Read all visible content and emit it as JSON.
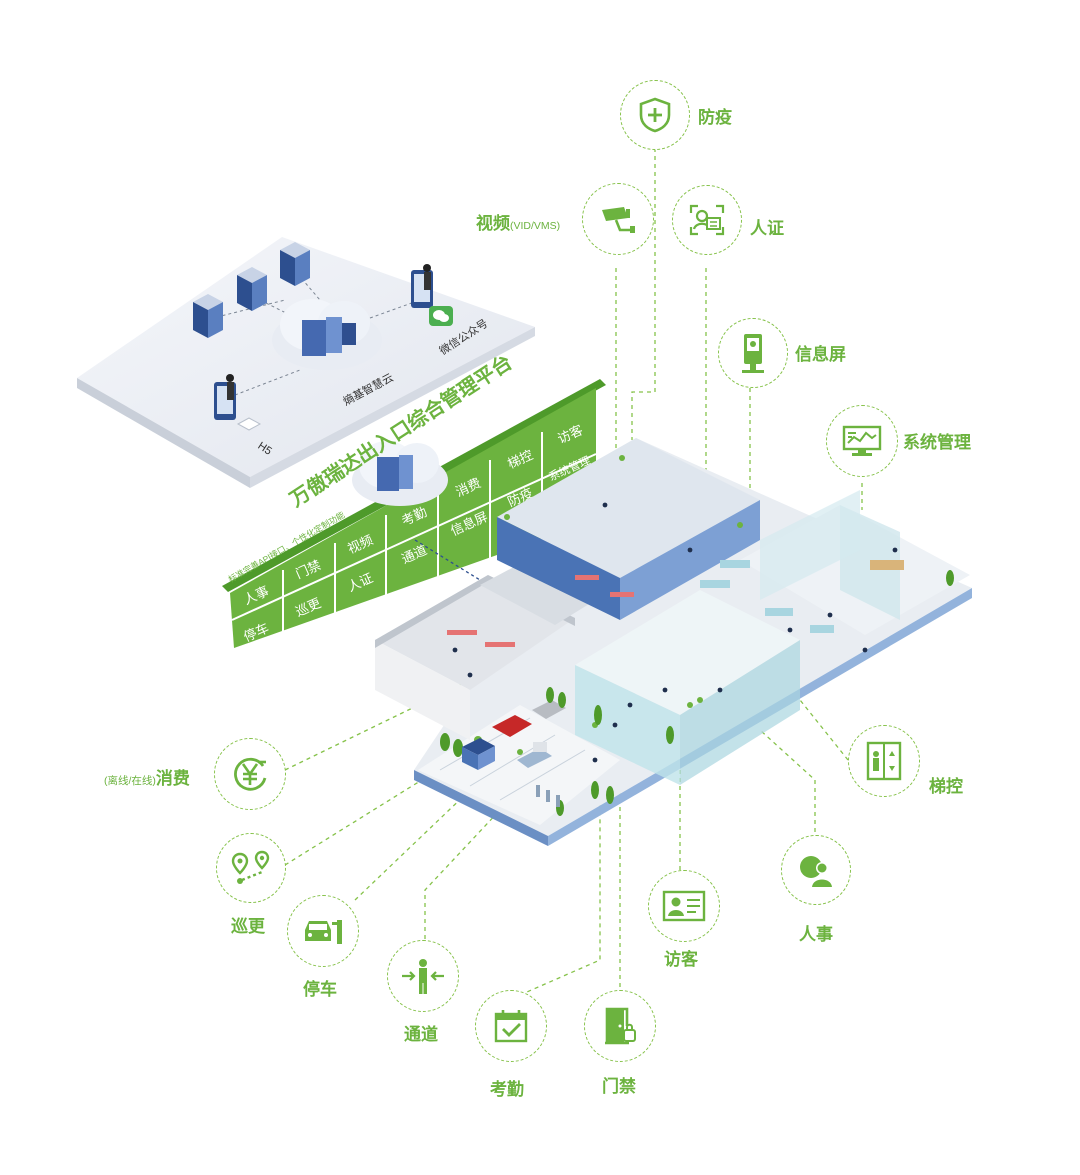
{
  "platform": {
    "title": "万傲瑞达出入口综合管理平台",
    "subtitle": "标准完善API接口、个性化定制功能",
    "modules": [
      [
        "人事",
        "门禁",
        "视频",
        "考勤",
        "消费",
        "梯控",
        "访客"
      ],
      [
        "停车",
        "巡更",
        "人证",
        "通道",
        "信息屏",
        "防疫",
        "系统管理"
      ]
    ]
  },
  "cloud": {
    "cloud_label": "熵基智慧云",
    "wechat_label": "微信公众号",
    "h5_label": "H5"
  },
  "features": {
    "fangyi": {
      "label": "防疫",
      "icon": "shield-plus-icon"
    },
    "shipin": {
      "label": "视频",
      "note": "(VID/VMS)",
      "icon": "camera-icon"
    },
    "renzheng": {
      "label": "人证",
      "icon": "id-card-icon"
    },
    "xinxiping": {
      "label": "信息屏",
      "icon": "kiosk-screen-icon"
    },
    "xitongguanli": {
      "label": "系统管理",
      "icon": "monitor-chart-icon"
    },
    "xiaofei": {
      "label": "消费",
      "note": "(离线/在线)",
      "icon": "yen-icon"
    },
    "tikong": {
      "label": "梯控",
      "icon": "elevator-icon"
    },
    "xungeng": {
      "label": "巡更",
      "icon": "route-pins-icon"
    },
    "renshi": {
      "label": "人事",
      "icon": "people-icon"
    },
    "tingche": {
      "label": "停车",
      "icon": "car-barrier-icon"
    },
    "fangke": {
      "label": "访客",
      "icon": "visitor-card-icon"
    },
    "tongdao": {
      "label": "通道",
      "icon": "turnstile-person-icon"
    },
    "kaoqin": {
      "label": "考勤",
      "icon": "calendar-check-icon"
    },
    "menjin": {
      "label": "门禁",
      "icon": "door-lock-icon"
    }
  },
  "colors": {
    "green": "#6cb33f",
    "green_dark": "#4e9a2a",
    "glass": "#bfe3ea",
    "floor": "#e9edf2"
  }
}
